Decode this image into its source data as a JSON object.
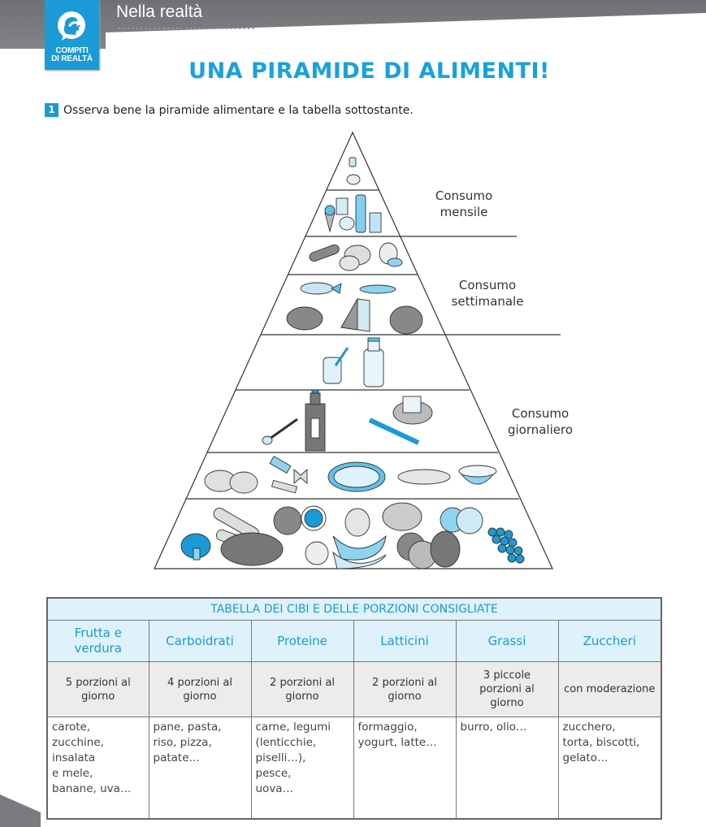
{
  "header": {
    "badge_label_line1": "COMPITI",
    "badge_label_line2": "DI REALTÀ",
    "badge_icon": "head-arrow-icon",
    "section_title": "Nella realtà",
    "accent_color": "#1a9ad6",
    "bar_color": "#77787b"
  },
  "page_title": "UNA PIRAMIDE DI ALIMENTI!",
  "exercise": {
    "number": "1",
    "text": "Osserva bene la piramide alimentare e la tabella sottostante."
  },
  "pyramid": {
    "labels": {
      "monthly_line1": "Consumo",
      "monthly_line2": "mensile",
      "weekly_line1": "Consumo",
      "weekly_line2": "settimanale",
      "daily_line1": "Consumo",
      "daily_line2": "giornaliero"
    },
    "layers": [
      {
        "name": "dolci-salse",
        "items": [
          "salt-shaker-icon",
          "sugar-bowl-icon"
        ]
      },
      {
        "name": "zuccheri",
        "items": [
          "ice-cream-icon",
          "fries-icon",
          "cupcake-icon",
          "soda-can-icon",
          "glass-icon"
        ]
      },
      {
        "name": "salumi-uova",
        "items": [
          "sausage-icon",
          "salami-icon",
          "egg-icon"
        ]
      },
      {
        "name": "carne-pesce",
        "items": [
          "fish-icon",
          "peas-icon",
          "chicken-icon",
          "cheese-icon",
          "steak-icon"
        ]
      },
      {
        "name": "latticini",
        "items": [
          "yogurt-icon",
          "milk-bottle-icon"
        ]
      },
      {
        "name": "grassi",
        "items": [
          "spoon-icon",
          "oil-bottle-icon",
          "butter-knife-icon",
          "butter-icon"
        ]
      },
      {
        "name": "carboidrati",
        "items": [
          "potato-icon",
          "pasta-icon",
          "pizza-icon",
          "bread-icon",
          "rice-bowl-icon"
        ]
      },
      {
        "name": "frutta-verdura",
        "items": [
          "broccoli-icon",
          "carrot-icon",
          "eggplant-icon",
          "orange-icon",
          "onion-icon",
          "pear-icon",
          "banana-icon",
          "lettuce-icon",
          "tomato-icon",
          "pepper-icon",
          "apple-icon",
          "grapes-icon"
        ]
      }
    ]
  },
  "table": {
    "caption": "TABELLA DEI CIBI E DELLE PORZIONI CONSIGLIATE",
    "columns": [
      {
        "header": "Frutta e verdura",
        "portion": "5 porzioni al giorno",
        "examples": [
          "carote,",
          "zucchine,",
          "insalata",
          "e mele,",
          "banane, uva…"
        ]
      },
      {
        "header": "Carboidrati",
        "portion": "4 porzioni al giorno",
        "examples": [
          "pane, pasta,",
          "riso, pizza,",
          "patate…"
        ]
      },
      {
        "header": "Proteine",
        "portion": "2 porzioni al giorno",
        "examples": [
          "carne, legumi",
          "(lenticchie,",
          "piselli…),",
          "pesce,",
          "uova…"
        ]
      },
      {
        "header": "Latticini",
        "portion": "2 porzioni al giorno",
        "examples": [
          "formaggio,",
          "yogurt, latte…"
        ]
      },
      {
        "header": "Grassi",
        "portion": "3 piccole porzioni al giorno",
        "examples": [
          "burro, olio…"
        ]
      },
      {
        "header": "Zuccheri",
        "portion": "con moderazione",
        "examples": [
          "zucchero,",
          "torta, biscotti,",
          "gelato…"
        ]
      }
    ]
  }
}
